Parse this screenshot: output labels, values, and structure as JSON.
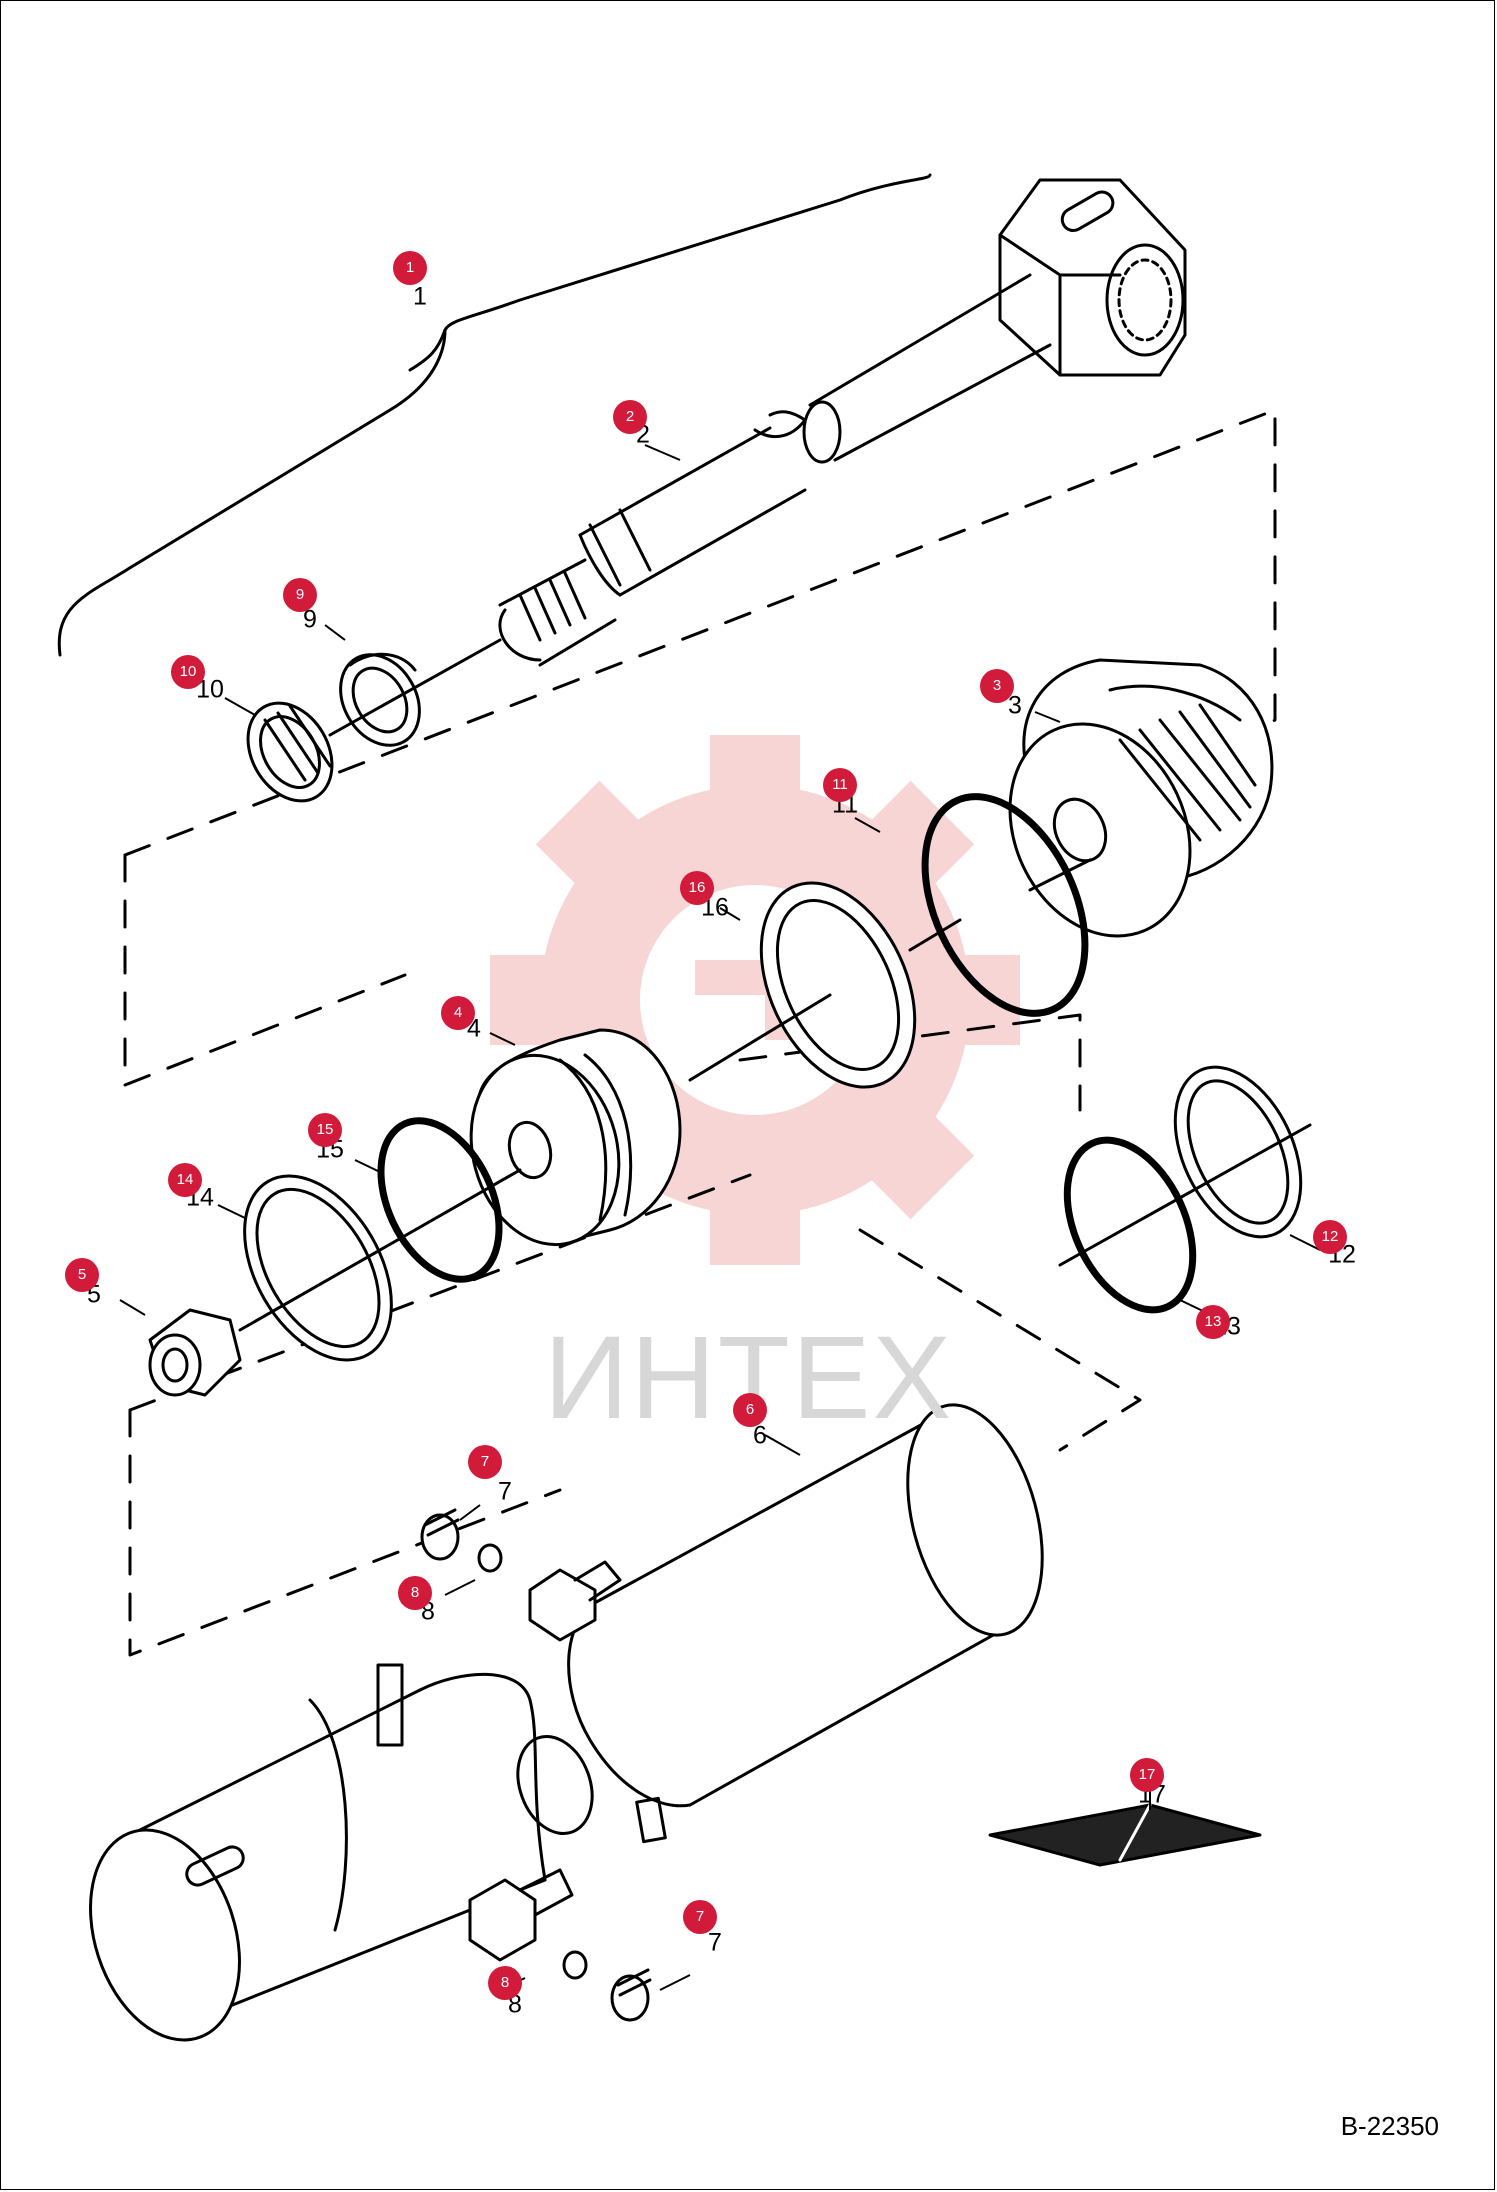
{
  "watermark": "ИНТЕХ",
  "drawing_code": "B-22350",
  "colors": {
    "badge": "#d21a3a",
    "watermark": "#f5c3c3",
    "line": "#000000"
  },
  "callouts": [
    {
      "id": "1"
    },
    {
      "id": "2"
    },
    {
      "id": "3"
    },
    {
      "id": "4"
    },
    {
      "id": "5"
    },
    {
      "id": "6"
    },
    {
      "id": "7"
    },
    {
      "id": "7"
    },
    {
      "id": "8"
    },
    {
      "id": "8"
    },
    {
      "id": "9"
    },
    {
      "id": "10"
    },
    {
      "id": "11"
    },
    {
      "id": "12"
    },
    {
      "id": "13"
    },
    {
      "id": "14"
    },
    {
      "id": "15"
    },
    {
      "id": "16"
    },
    {
      "id": "17"
    }
  ],
  "plain_labels": [
    {
      "text": "1"
    },
    {
      "text": "2"
    },
    {
      "text": "3"
    },
    {
      "text": "4"
    },
    {
      "text": "5"
    },
    {
      "text": "6"
    },
    {
      "text": "7"
    },
    {
      "text": "7"
    },
    {
      "text": "8"
    },
    {
      "text": "8"
    },
    {
      "text": "9"
    },
    {
      "text": "10"
    },
    {
      "text": "11"
    },
    {
      "text": "12"
    },
    {
      "text": "13"
    },
    {
      "text": "14"
    },
    {
      "text": "15"
    },
    {
      "text": "16"
    },
    {
      "text": "17"
    }
  ]
}
